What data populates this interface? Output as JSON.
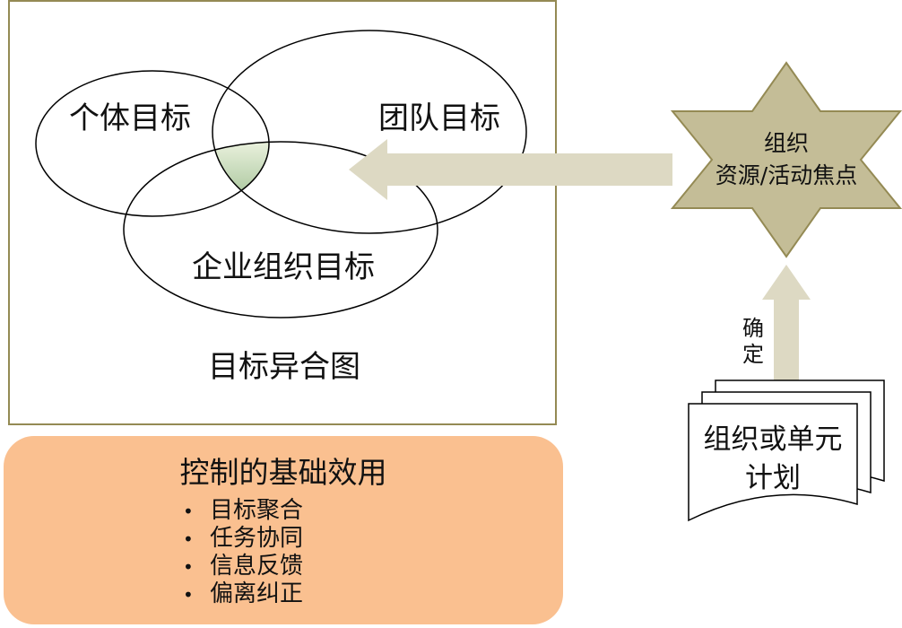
{
  "venn": {
    "circles": [
      {
        "id": "individual",
        "label": "个体目标"
      },
      {
        "id": "team",
        "label": "团队目标"
      },
      {
        "id": "enterprise",
        "label": "企业组织目标"
      }
    ],
    "caption": "目标异合图"
  },
  "focus_star": {
    "line1": "组织",
    "line2": "资源/活动焦点",
    "fill_color": "#c4bd97",
    "stroke_color": "#948a54"
  },
  "arrows": {
    "color": "#ddd9c3",
    "up_label_chars": [
      "确",
      "定"
    ]
  },
  "plan_doc": {
    "line1": "组织或单元",
    "line2": "计划"
  },
  "control": {
    "title": "控制的基础效用",
    "bullet": "•",
    "items": [
      "目标聚合",
      "任务协同",
      "信息反馈",
      "偏离纠正"
    ],
    "fill_color": "#fac090"
  },
  "overlap_gradient": [
    "#eaf1dd",
    "#1e6b14"
  ]
}
